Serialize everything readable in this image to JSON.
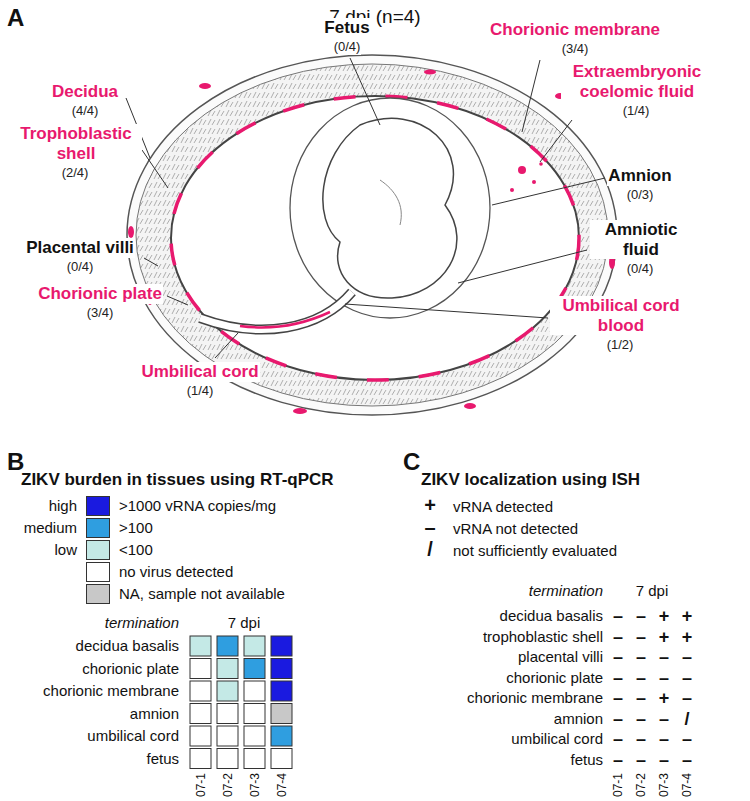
{
  "diagram": {
    "labels": [
      "A",
      "7 dpi (n=4)",
      "Fetus",
      "(0/4)",
      "Decidua",
      "(4/4)",
      "Chorionic membrane",
      "(3/4)",
      "Extraembryonic coelomic fluid",
      "(1/4)",
      "Trophoblastic shell",
      "(2/4)",
      "Placental villi",
      "(0/4)",
      "Amnion",
      "(0/3)",
      "Amniotic fluid",
      "(0/4)",
      "Chorionic plate",
      "(3/4)",
      "Umbilical cord",
      "(1/4)",
      "Umbilical cord blood",
      "(1/2)",
      "B",
      "ZIKV burden in tissues using RT-qPCR",
      "high",
      "medium",
      "low",
      "termination",
      "7 dpi",
      "decidua basalis",
      "chorionic plate",
      "chorionic membrane",
      "amnion",
      "umbilical cord",
      "fetus",
      "07-1",
      "07-2",
      "07-3",
      "07-4",
      "C",
      "ZIKV localization using ISH",
      "+",
      "vRNA detected",
      "–",
      "vRNA not detected",
      "/",
      "not sufficiently evaluated",
      "termination",
      "7 dpi",
      "decidua basalis",
      "–",
      "–",
      "+",
      "+",
      "trophoblastic shell",
      "–",
      "–",
      "+",
      "+",
      "placental villi",
      "–",
      "–",
      "–",
      "–",
      "chorionic plate",
      "–",
      "–",
      "–",
      "–",
      "chorionic membrane",
      "–",
      "–",
      "+",
      "–",
      "amnion",
      "–",
      "–",
      "–",
      "/",
      "umbilical cord",
      "–",
      "–",
      "–",
      "–",
      "fetus",
      "–",
      "–",
      "–",
      "–",
      "07-1",
      "07-2",
      "07-3",
      "07-4"
    ],
    "legend": [
      {
        "text": ">1000 vRNA copies/mg",
        "color": "#1a1ae0"
      },
      {
        "text": ">100",
        "color": "#2f9ee0"
      },
      {
        "text": "<100",
        "color": "#c4e9e6"
      },
      {
        "text": "no virus detected",
        "color": "#ffffff"
      },
      {
        "text": "NA, sample not available",
        "color": "#c8c8c8"
      }
    ]
  }
}
